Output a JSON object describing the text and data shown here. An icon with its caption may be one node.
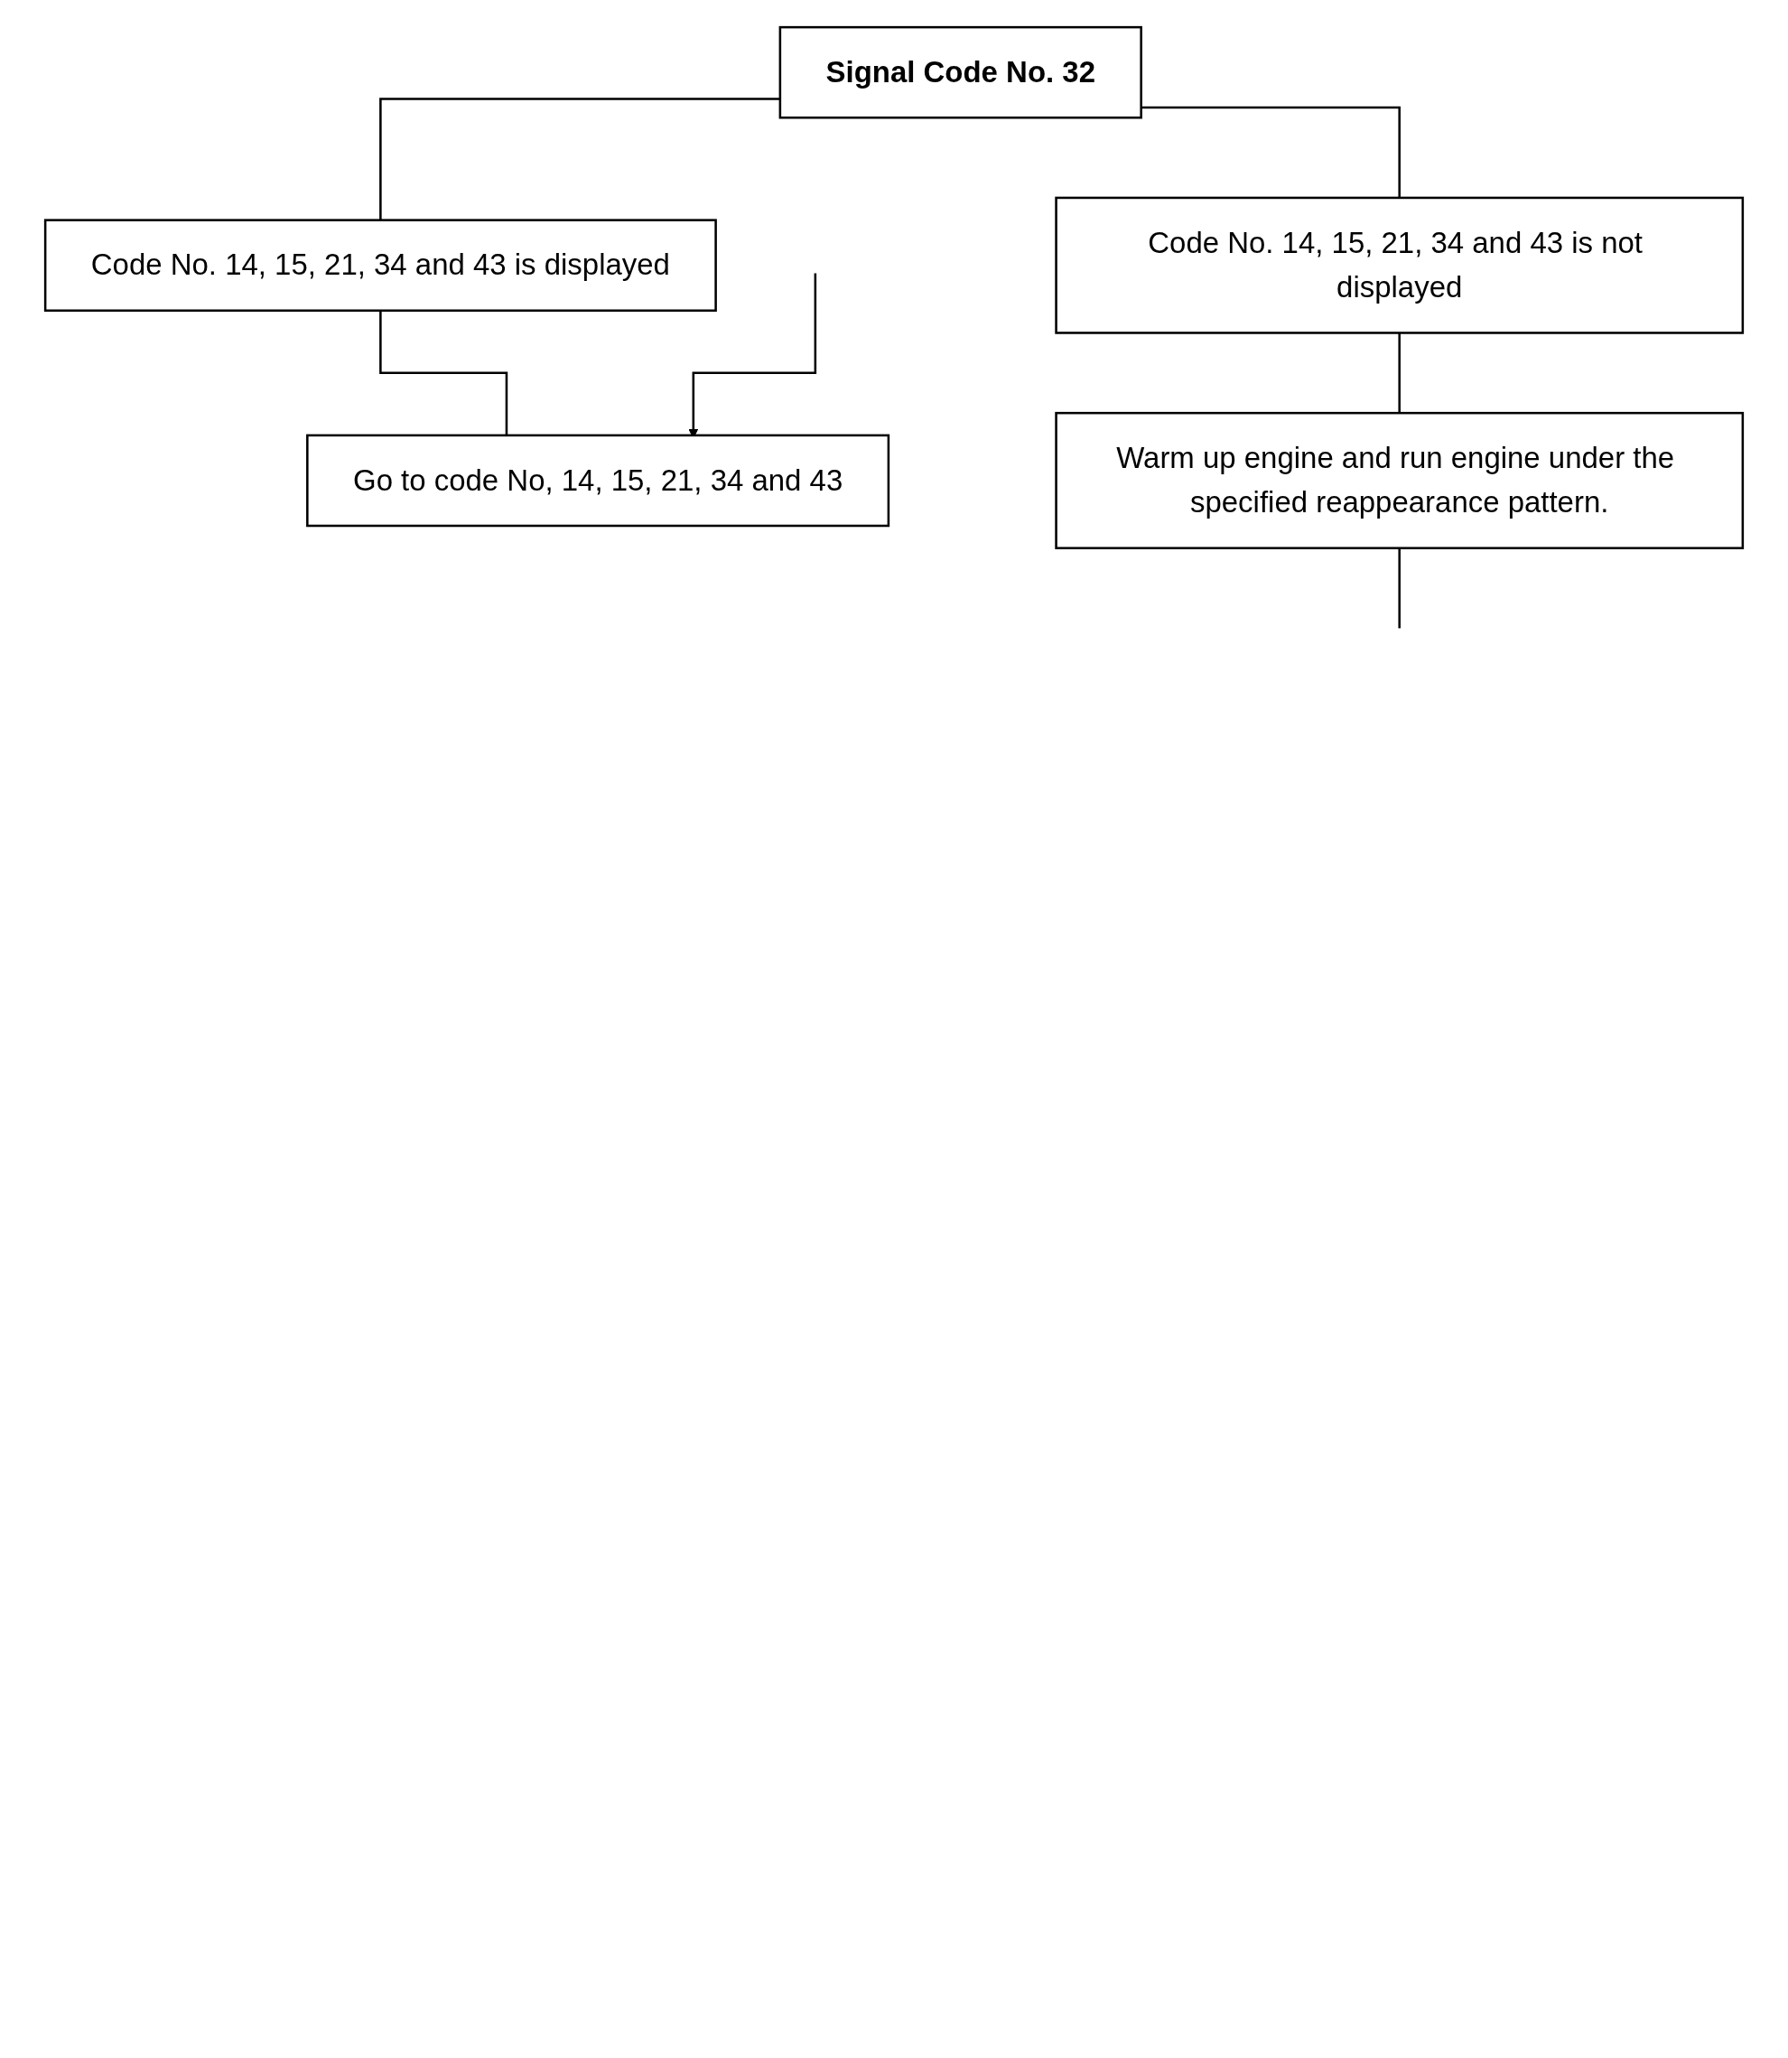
{
  "diagram": {
    "nodes": [
      {
        "text": [
          "Signal Code No. 32"
        ]
      },
      {
        "text": [
          "Code No. 14, 15, 21, 34 and 43 is displayed"
        ]
      },
      {
        "text": [
          "Code No. 14, 15, 21, 34 and 43 is not displayed"
        ]
      },
      {
        "text": [
          "Go to code No, 14, 15, 21, 34 and 43"
        ]
      },
      {
        "text": [
          "Warm up engine and run engine under the specified reappearance pattern."
        ]
      }
    ],
    "edges": [
      {
        "from": 0,
        "to": 1,
        "arrow": "none"
      },
      {
        "from": 0,
        "to": 2,
        "arrow": "none"
      },
      {
        "from": 1,
        "to": 3,
        "arrow": "none"
      },
      {
        "from": null,
        "to": 3,
        "arrow": "to"
      },
      {
        "from": 2,
        "to": 4,
        "arrow": "none"
      },
      {
        "from": 4,
        "to": null,
        "arrow": "none"
      }
    ]
  }
}
